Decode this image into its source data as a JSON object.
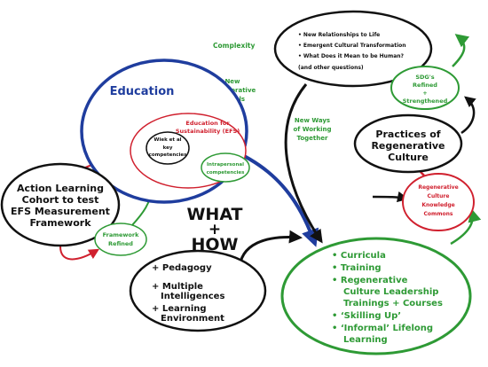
{
  "labels": {
    "complexity": "Complexity",
    "new_collab_1": "New",
    "new_collab_2": "Collaborative",
    "new_collab_3": "Models",
    "new_ways_1": "New Ways",
    "new_ways_2": "of Working",
    "new_ways_3": "Together",
    "what": "WHAT",
    "plus": "+",
    "how": "HOW"
  },
  "top_ellipse": {
    "items": [
      "• New Relationships to Life",
      "• Emergent Cultural Transformation",
      "• What Does it Mean to be Human?"
    ],
    "other": "(and other questions)"
  },
  "sdg": {
    "line1": "SDG's",
    "line2": "Refined",
    "line3": "+",
    "line4": "Strengthened"
  },
  "practices": {
    "line1": "Practices of",
    "line2": "Regenerative",
    "line3": "Culture"
  },
  "commons": {
    "line1": "Regenerative",
    "line2": "Culture",
    "line3": "Knowledge",
    "line4": "Commons"
  },
  "education": {
    "title": "Education",
    "efs_line1": "Education for",
    "efs_line2": "Sustainability (EFS)",
    "wiek_line1": "Wiek et al",
    "wiek_line2": "key",
    "wiek_line3": "competencies",
    "intra_plus": "+",
    "intra_line1": "Intrapersonal",
    "intra_line2": "competencies"
  },
  "action": {
    "line1": "Action Learning",
    "line2": "Cohort to test",
    "line3": "EFS Measurement",
    "line4": "Framework"
  },
  "framework": {
    "line1": "Framework",
    "line2": "Refined"
  },
  "pedagogy": {
    "item1": "+ Pedagogy",
    "item2a": "+ Multiple",
    "item2b": "Intelligences",
    "item3a": "+ Learning",
    "item3b": "Environment"
  },
  "curricula": {
    "items": [
      "• Curricula",
      "• Training",
      "• Regenerative",
      "Culture Leadership",
      "Trainings + Courses",
      "• ‘Skilling Up’",
      "• ‘Informal’ Lifelong",
      "Learning"
    ]
  },
  "colors": {
    "green": "#2e9a35",
    "blue": "#1f3d9e",
    "red": "#d0202e",
    "black": "#111111"
  }
}
